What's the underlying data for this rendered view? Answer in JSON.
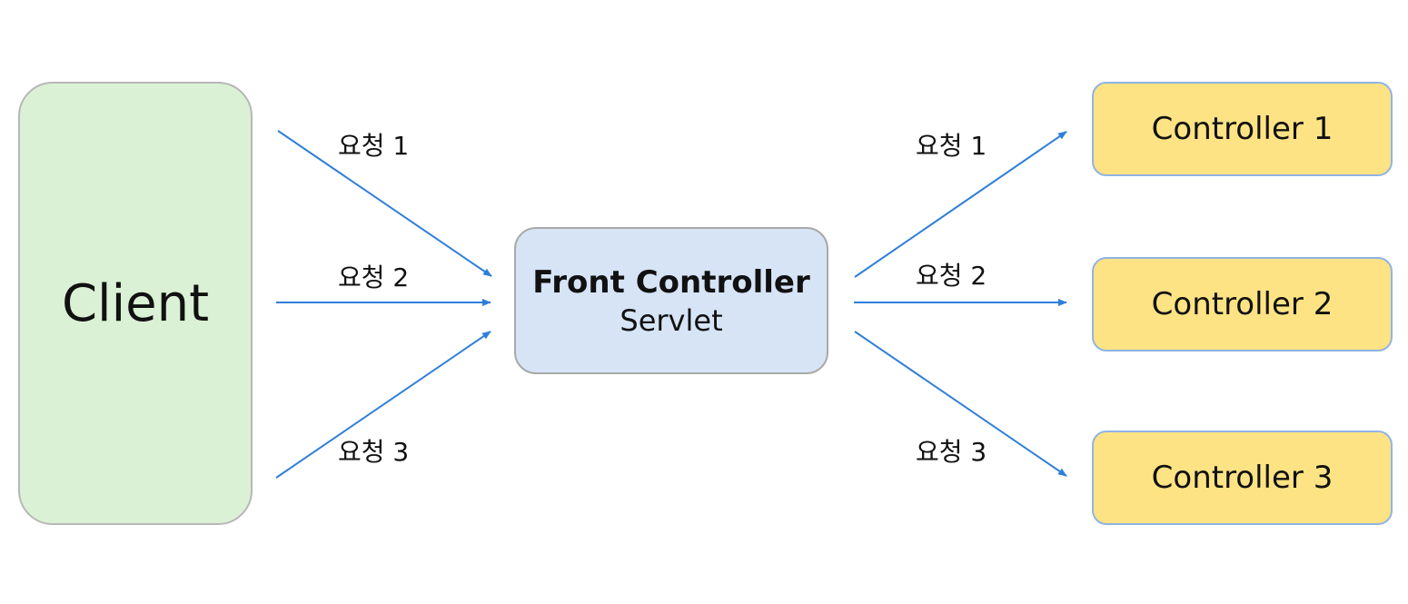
{
  "client": {
    "label": "Client"
  },
  "front_controller": {
    "title": "Front Controller",
    "subtitle": "Servlet"
  },
  "controllers": [
    {
      "label": "Controller 1"
    },
    {
      "label": "Controller 2"
    },
    {
      "label": "Controller 3"
    }
  ],
  "client_requests": [
    {
      "label": "요청 1"
    },
    {
      "label": "요청 2"
    },
    {
      "label": "요청 3"
    }
  ],
  "dispatch_requests": [
    {
      "label": "요청 1"
    },
    {
      "label": "요청 2"
    },
    {
      "label": "요청 3"
    }
  ],
  "colors": {
    "client_fill": "#dbf1d5",
    "front_fill": "#d6e4f6",
    "controller_fill": "#fee384",
    "arrow": "#2f7fd8"
  }
}
